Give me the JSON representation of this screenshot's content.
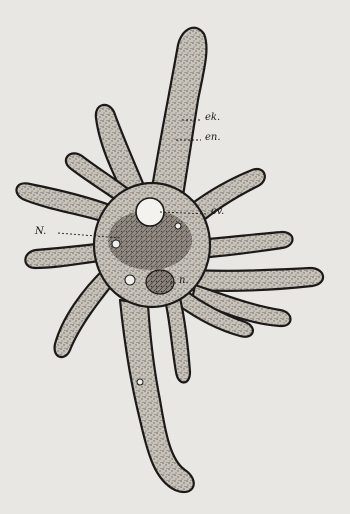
{
  "figure": {
    "labels": {
      "ectoplasm": "ek.",
      "endoplasm": "en.",
      "contractile_vacuole": "cv.",
      "nucleus_lower": "N.",
      "nucleus": "n."
    },
    "colors": {
      "paper": "#e9e7e3",
      "ink": "#1c1a18",
      "cytoplasm": "#c7c2ba",
      "stipple": "#6c6660"
    }
  }
}
